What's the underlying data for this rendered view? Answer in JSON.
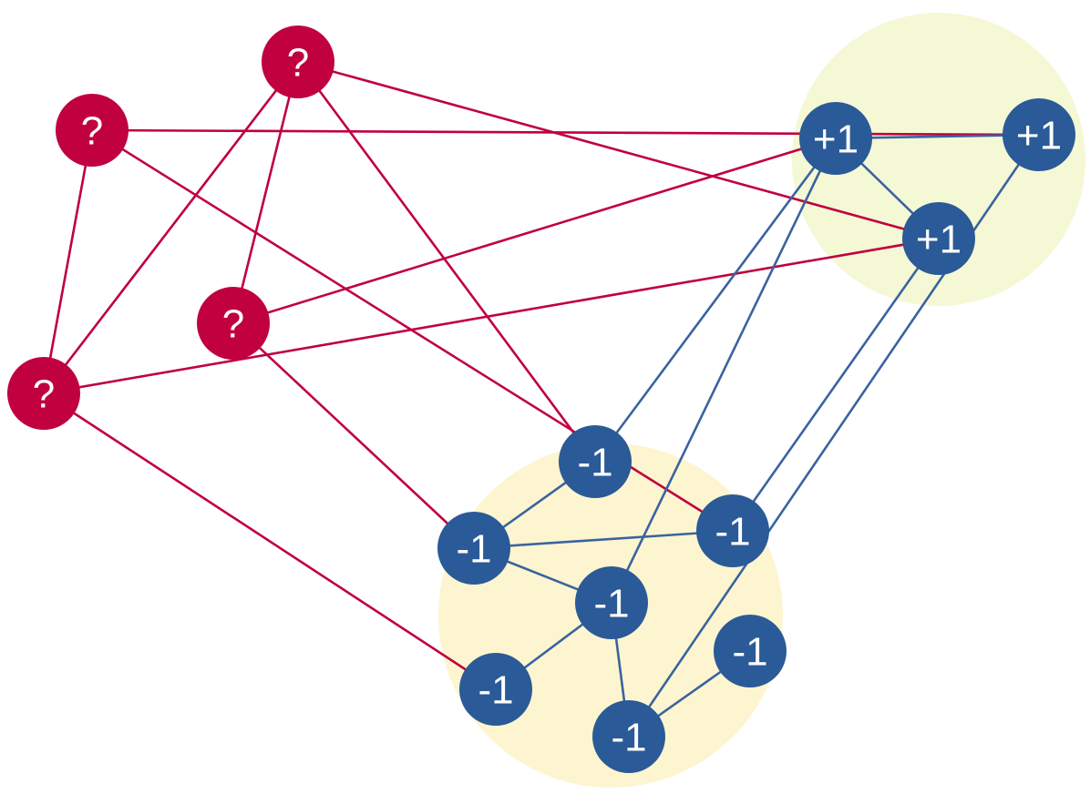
{
  "colors": {
    "unknown_node": "#c0003f",
    "labeled_node": "#2a5a97",
    "unknown_edge": "#c0003f",
    "labeled_edge": "#3a63a0",
    "positive_cluster": "#f5f8d5",
    "negative_cluster": "#fdf5cf"
  },
  "graph": {
    "clusters": [
      {
        "id": "positive-cluster"
      },
      {
        "id": "negative-cluster"
      }
    ],
    "nodes": [
      {
        "id": "u1",
        "label": "?",
        "kind": "unknown"
      },
      {
        "id": "u2",
        "label": "?",
        "kind": "unknown"
      },
      {
        "id": "u3",
        "label": "?",
        "kind": "unknown"
      },
      {
        "id": "u4",
        "label": "?",
        "kind": "unknown"
      },
      {
        "id": "p1",
        "label": "+1",
        "kind": "labeled"
      },
      {
        "id": "p2",
        "label": "+1",
        "kind": "labeled"
      },
      {
        "id": "p3",
        "label": "+1",
        "kind": "labeled"
      },
      {
        "id": "n1",
        "label": "-1",
        "kind": "labeled"
      },
      {
        "id": "n2",
        "label": "-1",
        "kind": "labeled"
      },
      {
        "id": "n3",
        "label": "-1",
        "kind": "labeled"
      },
      {
        "id": "n4",
        "label": "-1",
        "kind": "labeled"
      },
      {
        "id": "n5",
        "label": "-1",
        "kind": "labeled"
      },
      {
        "id": "n6",
        "label": "-1",
        "kind": "labeled"
      },
      {
        "id": "n7",
        "label": "-1",
        "kind": "labeled"
      }
    ],
    "edges": [
      {
        "from": "u1",
        "to": "p2",
        "kind": "unknown"
      },
      {
        "from": "u1",
        "to": "u4",
        "kind": "unknown"
      },
      {
        "from": "u1",
        "to": "n3",
        "kind": "unknown"
      },
      {
        "from": "u2",
        "to": "p3",
        "kind": "unknown"
      },
      {
        "from": "u2",
        "to": "u3",
        "kind": "unknown"
      },
      {
        "from": "u2",
        "to": "n1",
        "kind": "unknown"
      },
      {
        "from": "u2",
        "to": "u4",
        "kind": "unknown"
      },
      {
        "from": "u3",
        "to": "p1",
        "kind": "unknown"
      },
      {
        "from": "u3",
        "to": "n2",
        "kind": "unknown"
      },
      {
        "from": "u4",
        "to": "p3",
        "kind": "unknown"
      },
      {
        "from": "u4",
        "to": "n5",
        "kind": "unknown"
      },
      {
        "from": "p1",
        "to": "p2",
        "kind": "labeled"
      },
      {
        "from": "p1",
        "to": "p3",
        "kind": "labeled"
      },
      {
        "from": "p1",
        "to": "n1",
        "kind": "labeled"
      },
      {
        "from": "p1",
        "to": "n4",
        "kind": "labeled"
      },
      {
        "from": "p2",
        "to": "n7",
        "kind": "labeled"
      },
      {
        "from": "p3",
        "to": "n3",
        "kind": "labeled"
      },
      {
        "from": "n1",
        "to": "n2",
        "kind": "labeled"
      },
      {
        "from": "n2",
        "to": "n3",
        "kind": "labeled"
      },
      {
        "from": "n2",
        "to": "n4",
        "kind": "labeled"
      },
      {
        "from": "n4",
        "to": "n5",
        "kind": "labeled"
      },
      {
        "from": "n4",
        "to": "n7",
        "kind": "labeled"
      },
      {
        "from": "n6",
        "to": "n7",
        "kind": "labeled"
      }
    ]
  }
}
